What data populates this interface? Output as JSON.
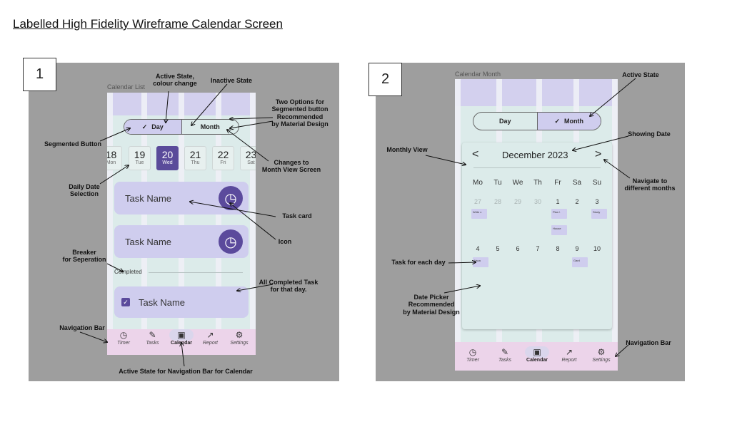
{
  "page_title": "Labelled High Fidelity Wireframe Calendar Screen",
  "panel1": {
    "number": "1",
    "screen_label": "Calendar List",
    "segmented": {
      "day": "Day",
      "month": "Month",
      "check": "✓"
    },
    "dates": [
      {
        "d": "18",
        "w": "Mon"
      },
      {
        "d": "19",
        "w": "Tue"
      },
      {
        "d": "20",
        "w": "Wed"
      },
      {
        "d": "21",
        "w": "Thu"
      },
      {
        "d": "22",
        "w": "Fri"
      },
      {
        "d": "23",
        "w": "Sat"
      }
    ],
    "tasks": [
      "Task Name",
      "Task Name"
    ],
    "timer_icon": "timer-icon",
    "completed_label": "Completed",
    "completed_task": "Task Name",
    "nav": [
      {
        "label": "Timer",
        "icon": "◷"
      },
      {
        "label": "Tasks",
        "icon": "✎"
      },
      {
        "label": "Calendar",
        "icon": "▣"
      },
      {
        "label": "Report",
        "icon": "↗"
      },
      {
        "label": "Settings",
        "icon": "⚙"
      }
    ],
    "annotations": {
      "active_state": "Active State,\ncolour change",
      "inactive_state": "Inactive State",
      "two_options": "Two Options for\nSegmented button\nRecommended\nby Material Design",
      "segmented_button": "Segmented Button",
      "changes_month": "Changes to\nMonth View Screen",
      "daily_date": "Daily Date\nSelection",
      "task_card": "Task card",
      "icon": "Icon",
      "breaker": "Breaker\nfor Seperation",
      "all_completed": "All Completed Task\nfor that day.",
      "navigation_bar": "Navigation Bar",
      "active_nav": "Active State for Navigation Bar for Calendar"
    }
  },
  "panel2": {
    "number": "2",
    "screen_label": "Calendar Month",
    "segmented": {
      "day": "Day",
      "month": "Month",
      "check": "✓"
    },
    "month_title": "December 2023",
    "prev": "<",
    "next": ">",
    "weekdays": [
      "Mo",
      "Tu",
      "We",
      "Th",
      "Fr",
      "Sa",
      "Su"
    ],
    "week1": [
      "27",
      "28",
      "29",
      "30",
      "1",
      "2",
      "3"
    ],
    "week2": [
      "4",
      "5",
      "6",
      "7",
      "8",
      "9",
      "10"
    ],
    "chips": [
      "Write c",
      "Plan \\",
      "Study",
      "House",
      "Vaca",
      "Gard"
    ],
    "nav": [
      {
        "label": "Timer",
        "icon": "◷"
      },
      {
        "label": "Tasks",
        "icon": "✎"
      },
      {
        "label": "Calendar",
        "icon": "▣"
      },
      {
        "label": "Report",
        "icon": "↗"
      },
      {
        "label": "Settings",
        "icon": "⚙"
      }
    ],
    "annotations": {
      "active_state": "Active State",
      "showing_date": "Showing Date",
      "monthly_view": "Monthly View",
      "navigate": "Navigate to\ndifferent months",
      "task_each_day": "Task for each day",
      "date_picker": "Date Picker\nRecommended\nby Material Design",
      "navigation_bar": "Navigation Bar"
    }
  }
}
